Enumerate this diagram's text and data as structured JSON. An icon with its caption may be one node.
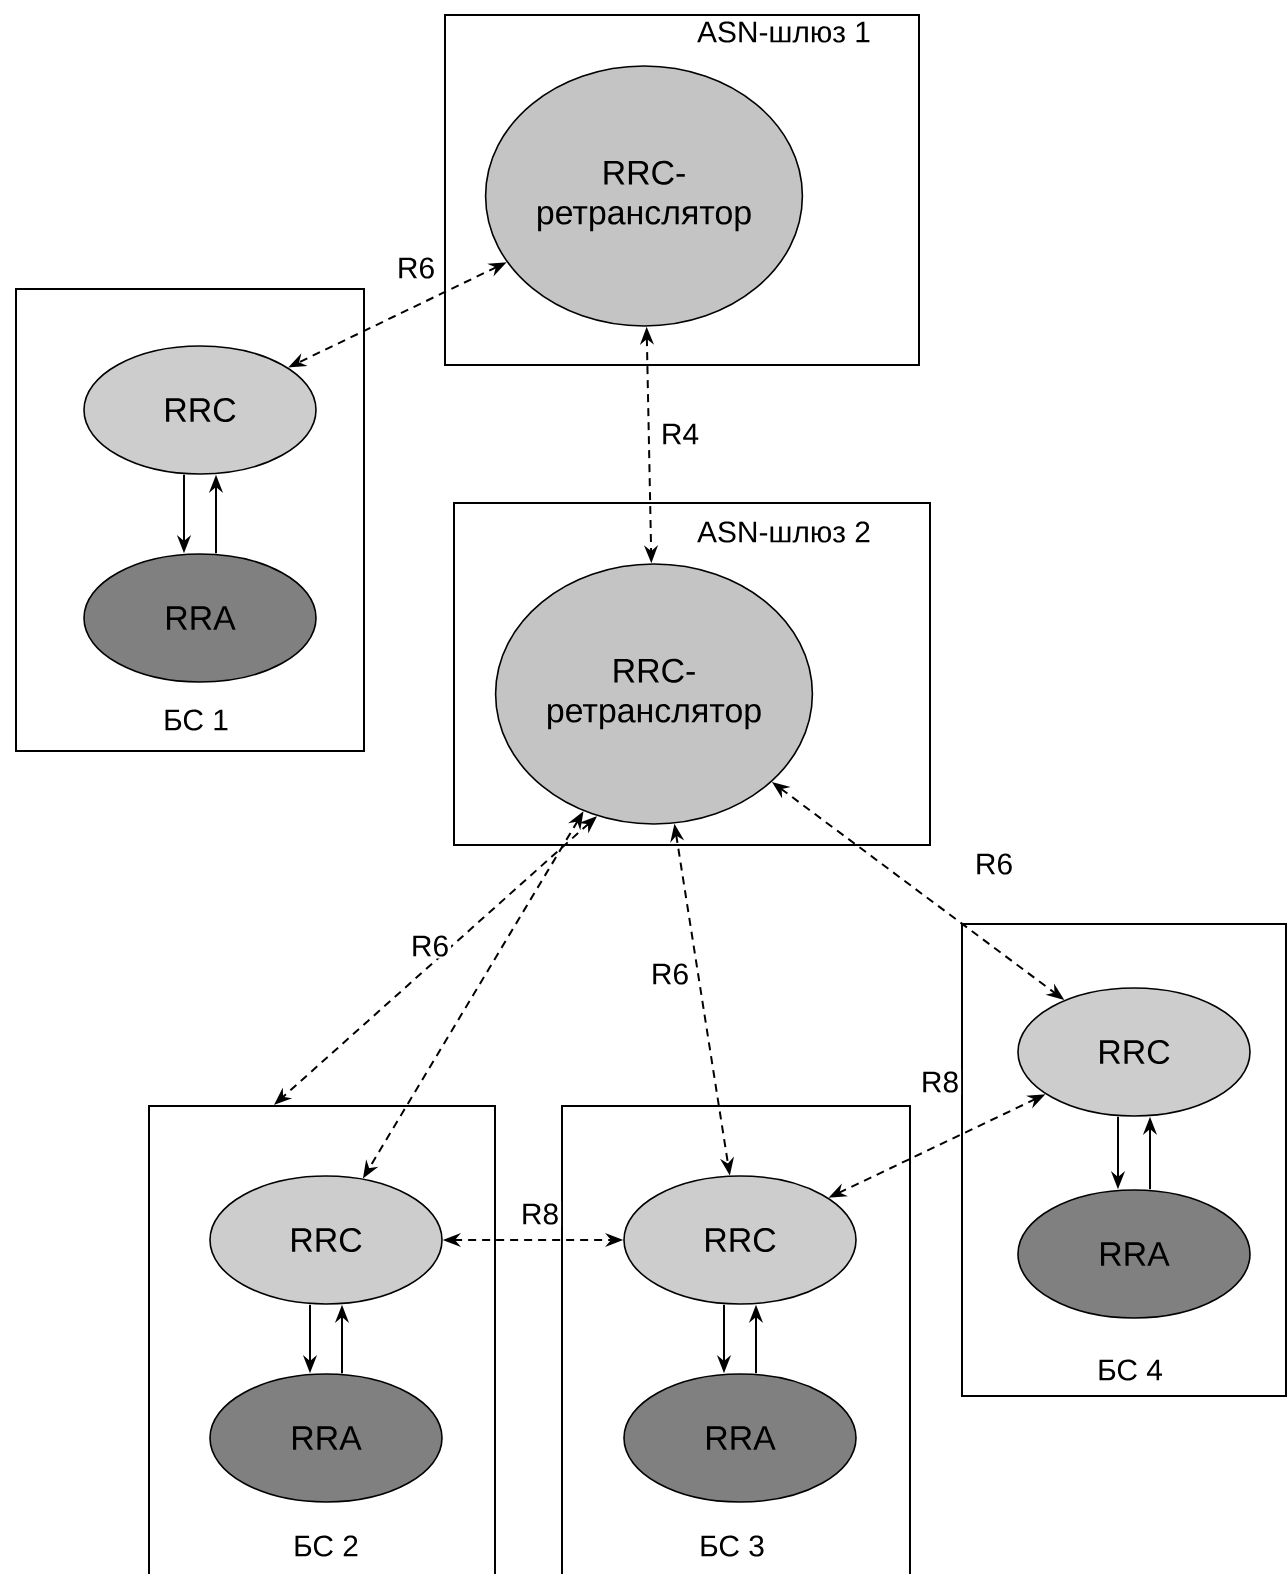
{
  "diagram": {
    "nodes": [
      {
        "text": [
          "ASN-шлюз 1"
        ]
      },
      {
        "text": [
          "RRC-ретранслятор"
        ],
        "in": 0
      },
      {
        "text": [
          "БС 1"
        ]
      },
      {
        "text": [
          "RRC"
        ],
        "in": 2
      },
      {
        "text": [
          "RRA"
        ],
        "in": 2
      },
      {
        "text": [
          "ASN-шлюз 2"
        ]
      },
      {
        "text": [
          "RRC-ретранслятор"
        ],
        "in": 5
      },
      {
        "text": [
          "БС 2"
        ]
      },
      {
        "text": [
          "RRC"
        ],
        "in": 7
      },
      {
        "text": [
          "RRA"
        ],
        "in": 7
      },
      {
        "text": [
          "БС 3"
        ]
      },
      {
        "text": [
          "RRC"
        ],
        "in": 10
      },
      {
        "text": [
          "RRA"
        ],
        "in": 10
      },
      {
        "text": [
          "БС 4"
        ]
      },
      {
        "text": [
          "RRC"
        ],
        "in": 13
      },
      {
        "text": [
          "RRA"
        ],
        "in": 13
      }
    ],
    "edges": [
      {
        "from": 1,
        "to": 3,
        "arrow": "both",
        "style": "dashed",
        "label": "R6"
      },
      {
        "from": 1,
        "to": 6,
        "arrow": "both",
        "style": "dashed",
        "label": "R4"
      },
      {
        "from": 6,
        "to": 7,
        "arrow": "both",
        "style": "dashed"
      },
      {
        "from": 6,
        "to": 8,
        "arrow": "both",
        "style": "dashed",
        "label": "R6"
      },
      {
        "from": 6,
        "to": 11,
        "arrow": "both",
        "style": "dashed",
        "label": "R6"
      },
      {
        "from": 6,
        "to": 14,
        "arrow": "both",
        "style": "dashed",
        "label": "R6"
      },
      {
        "from": 8,
        "to": 11,
        "arrow": "both",
        "style": "dashed",
        "label": "R8"
      },
      {
        "from": 11,
        "to": 14,
        "arrow": "both",
        "style": "dashed",
        "label": "R8"
      },
      {
        "from": 3,
        "to": 4,
        "arrow": "to"
      },
      {
        "from": 4,
        "to": 3,
        "arrow": "to"
      },
      {
        "from": 8,
        "to": 9,
        "arrow": "to"
      },
      {
        "from": 9,
        "to": 8,
        "arrow": "to"
      },
      {
        "from": 11,
        "to": 12,
        "arrow": "to"
      },
      {
        "from": 12,
        "to": 11,
        "arrow": "to"
      },
      {
        "from": 14,
        "to": 15,
        "arrow": "to"
      },
      {
        "from": 15,
        "to": 14,
        "arrow": "to"
      }
    ]
  }
}
